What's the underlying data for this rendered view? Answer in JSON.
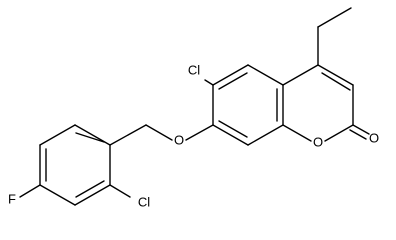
{
  "molecule": {
    "atoms": {
      "cl_top": "Cl",
      "cl_bottom": "Cl",
      "o_ether": "O",
      "o_ring": "O",
      "o_carbonyl": "O",
      "f": "F"
    },
    "colors": {
      "bond": "#000000",
      "label": "#000000",
      "background": "#ffffff"
    }
  }
}
